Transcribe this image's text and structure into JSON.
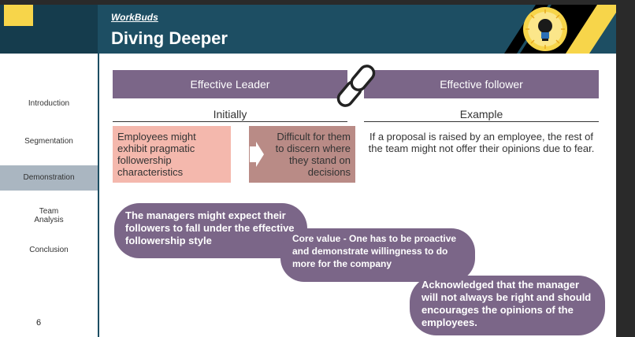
{
  "header": {
    "brand": "WorkBuds",
    "title": "Diving Deeper"
  },
  "sidebar": {
    "items": [
      {
        "label": "Introduction"
      },
      {
        "label": "Segmentation"
      },
      {
        "label": "Demonstration",
        "active": true
      },
      {
        "label": "Team\nAnalysis"
      },
      {
        "label": "Conclusion"
      }
    ],
    "page_number": "6"
  },
  "banners": {
    "left": "Effective Leader",
    "right": "Effective follower"
  },
  "columns": {
    "left_heading": "Initially",
    "right_heading": "Example"
  },
  "boxes": {
    "pink": "Employees might exhibit pragmatic followership characteristics",
    "rose": "Difficult for them to discern where they stand on decisions"
  },
  "example_text": "If a proposal is raised by an employee, the rest of the team might not offer their opinions due to fear.",
  "bubbles": {
    "first": "The managers might expect their followers to fall under the effective followership style",
    "second": "Core value - One has to be proactive and demonstrate willingness to do more for the company",
    "third": "Acknowledged that the manager will not always be right and should encourages the opinions of the employees."
  },
  "colors": {
    "header": "#1d4e63",
    "banner": "#7b6688",
    "pink": "#f4b8ad",
    "rose": "#b98b86",
    "accent_yellow": "#f7d54a"
  },
  "icons": [
    "link-icon",
    "lightbulb-icon",
    "arrow-right-icon"
  ]
}
